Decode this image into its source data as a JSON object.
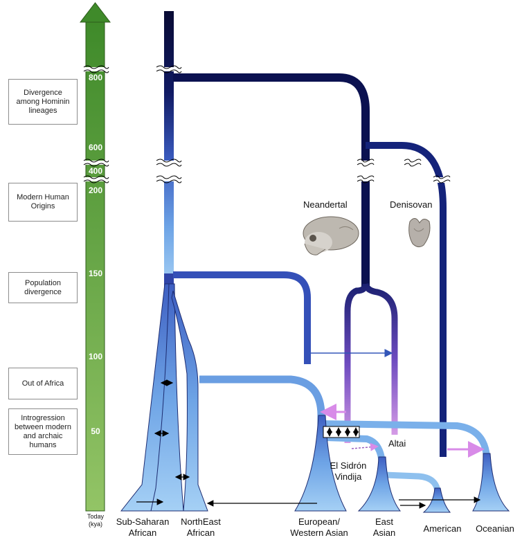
{
  "timeline": {
    "ticks": [
      "800",
      "600",
      "400",
      "200",
      "150",
      "100",
      "50"
    ],
    "bottom_label": [
      "Today",
      "(kya)"
    ],
    "color": "#6aa84f"
  },
  "phases": [
    "Divergence among Hominin lineages",
    "Modern Human Origins",
    "Population divergence",
    "Out of Africa",
    "Introgression between modern and archaic humans"
  ],
  "archaic": {
    "neandertal": "Neandertal",
    "denisovan": "Denisovan",
    "altai": "Altai",
    "el_sidron": "El Sidrón",
    "vindija": "Vindija"
  },
  "populations": {
    "sub_saharan": [
      "Sub-Saharan",
      "African"
    ],
    "northeast": [
      "NorthEast",
      "African"
    ],
    "european": [
      "European/",
      "Western Asian"
    ],
    "east_asian": [
      "East",
      "Asian"
    ],
    "american": "American",
    "oceanian": "Oceanian"
  },
  "colors": {
    "dark_lineage": "#0a0e3f",
    "modern_light": "#8ec0ee",
    "archaic_pink": "#c58bdc",
    "introgression_arrow": "#d88be8"
  }
}
